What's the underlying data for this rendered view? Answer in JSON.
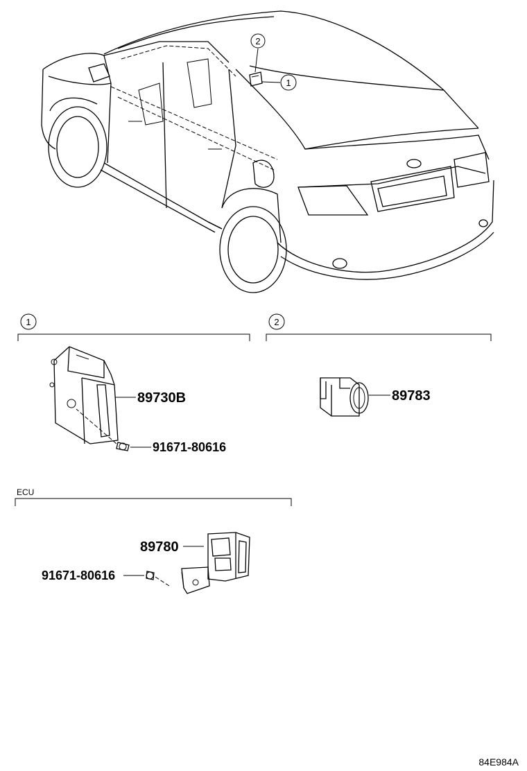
{
  "callouts": {
    "car_1": "1",
    "car_2": "2",
    "section_1": "1",
    "section_2": "2"
  },
  "sections": {
    "ecu_label": "ECU"
  },
  "parts": {
    "p89730b": "89730B",
    "bolt_a": "91671-80616",
    "p89783": "89783",
    "p89780": "89780",
    "bolt_b": "91671-80616"
  },
  "figure_code": "84E984A"
}
